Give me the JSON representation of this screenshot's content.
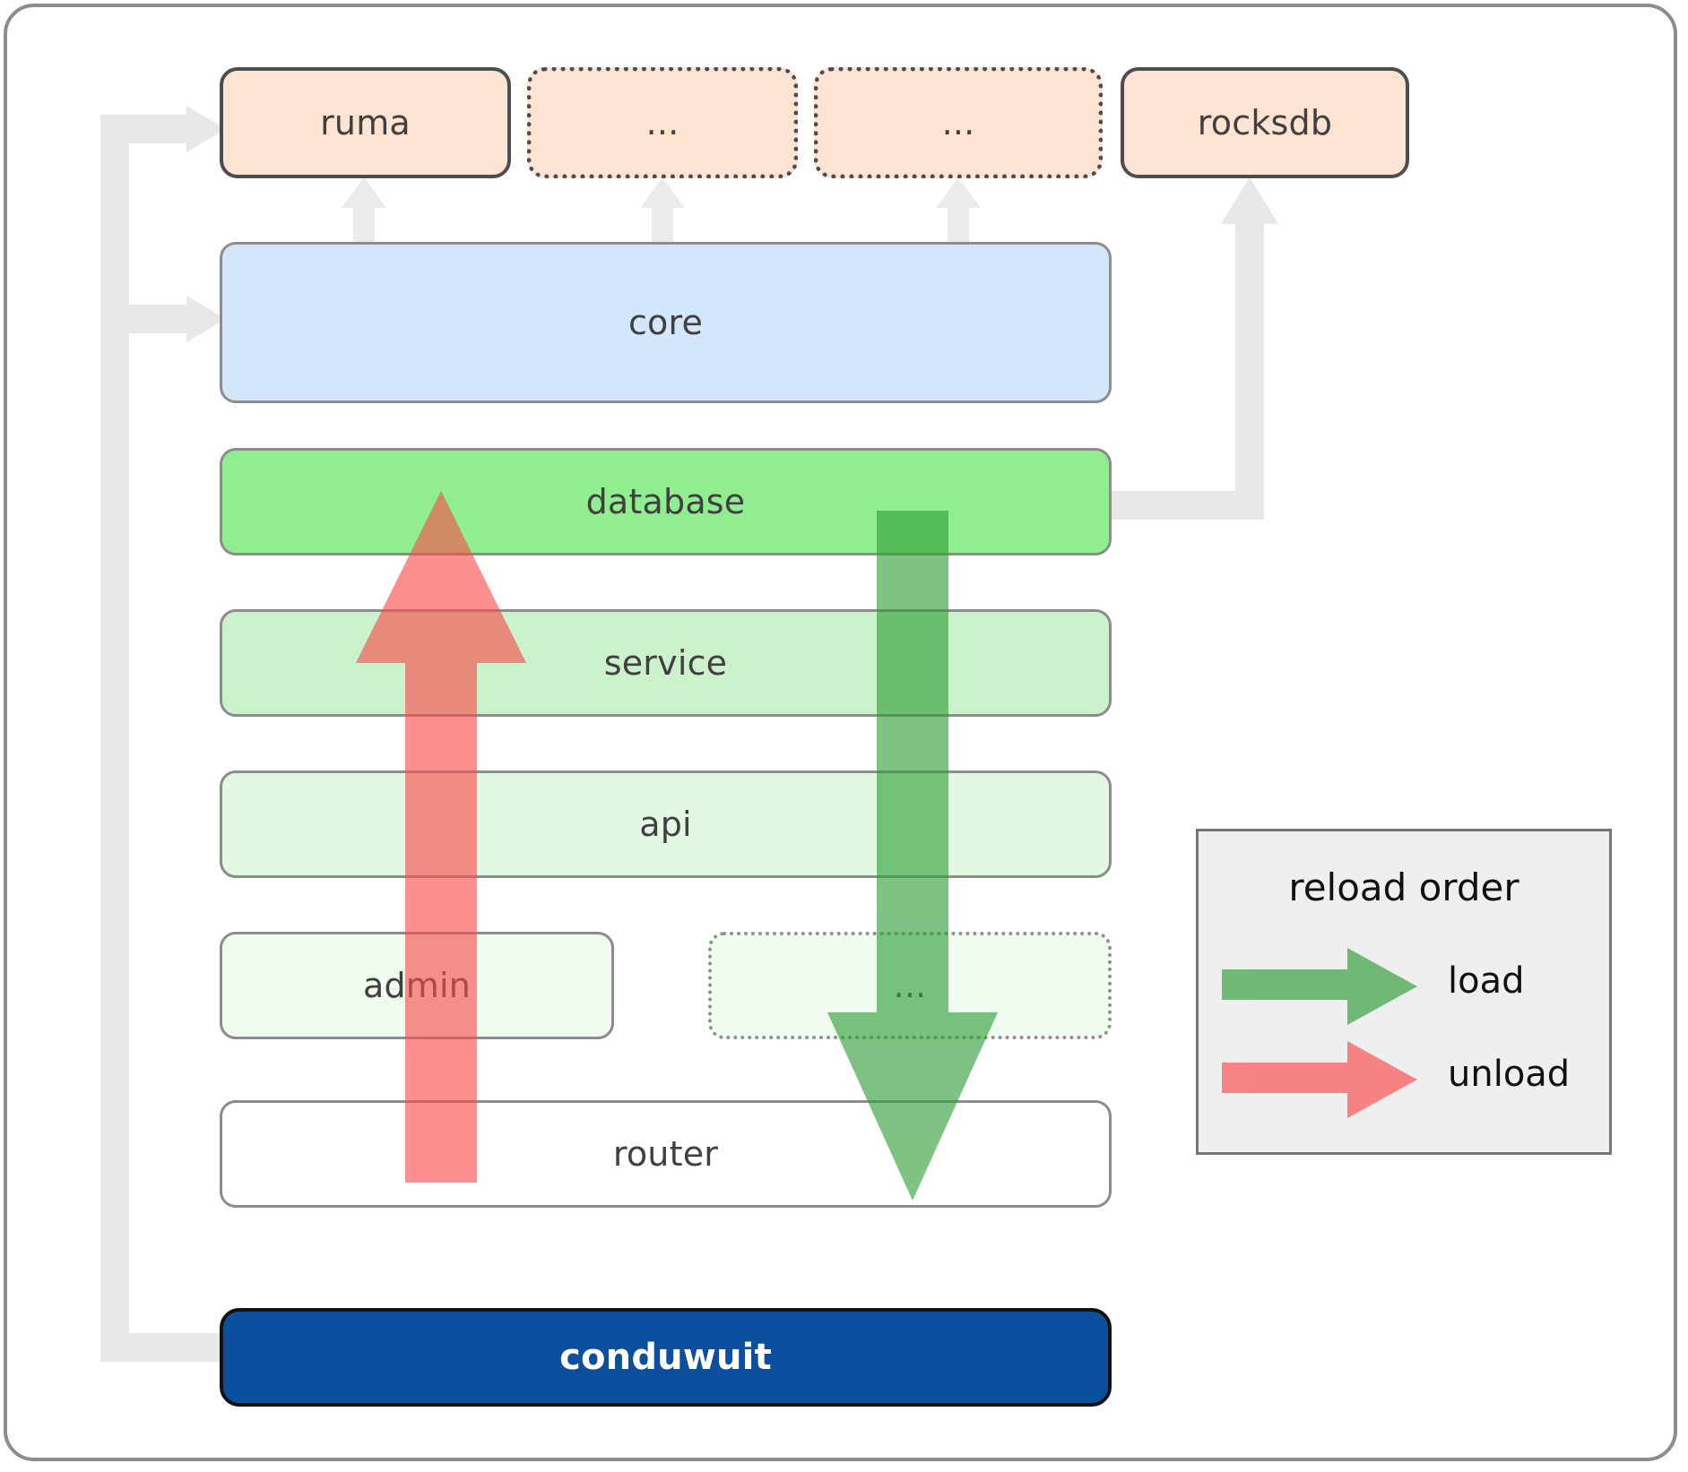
{
  "diagram": {
    "title": "conduwuit crate dependency / reload order diagram",
    "colors": {
      "dependency_fill": "#fde3d2",
      "dependency_border": "#4d4d4d",
      "core_fill": "#d4e6fb",
      "database_fill": "#90ee90",
      "service_fill": "#ccf2cc",
      "api_fill": "#e2f8e2",
      "admin_fill": "#eefbee",
      "router_fill": "#ffffff",
      "conduwuit_fill": "#0b4f9e",
      "connector_grey": "#e8e8e8",
      "load_green": "#4caf50",
      "unload_red": "#fa8080",
      "frame_border": "#8c8c8c",
      "legend_bg": "#efefef"
    }
  },
  "dependencies": [
    {
      "id": "ruma",
      "label": "ruma",
      "style": "solid"
    },
    {
      "id": "dots1",
      "label": "...",
      "style": "dotted"
    },
    {
      "id": "dots2",
      "label": "...",
      "style": "dotted"
    },
    {
      "id": "rocksdb",
      "label": "rocksdb",
      "style": "solid"
    }
  ],
  "stack": [
    {
      "id": "core",
      "label": "core"
    },
    {
      "id": "database",
      "label": "database"
    },
    {
      "id": "service",
      "label": "service"
    },
    {
      "id": "api",
      "label": "api"
    },
    {
      "id": "admin",
      "label": "admin"
    },
    {
      "id": "dots3",
      "label": "..."
    },
    {
      "id": "router",
      "label": "router"
    },
    {
      "id": "conduwuit",
      "label": "conduwuit"
    }
  ],
  "legend": {
    "title": "reload order",
    "items": [
      {
        "id": "load",
        "label": "load",
        "color": "#4caf50"
      },
      {
        "id": "unload",
        "label": "unload",
        "color": "#fa8080"
      }
    ]
  },
  "flows": {
    "load": {
      "label": "load",
      "direction": "down",
      "from": "database",
      "to": "router"
    },
    "unload": {
      "label": "unload",
      "direction": "up",
      "from": "router",
      "to": "database"
    }
  }
}
